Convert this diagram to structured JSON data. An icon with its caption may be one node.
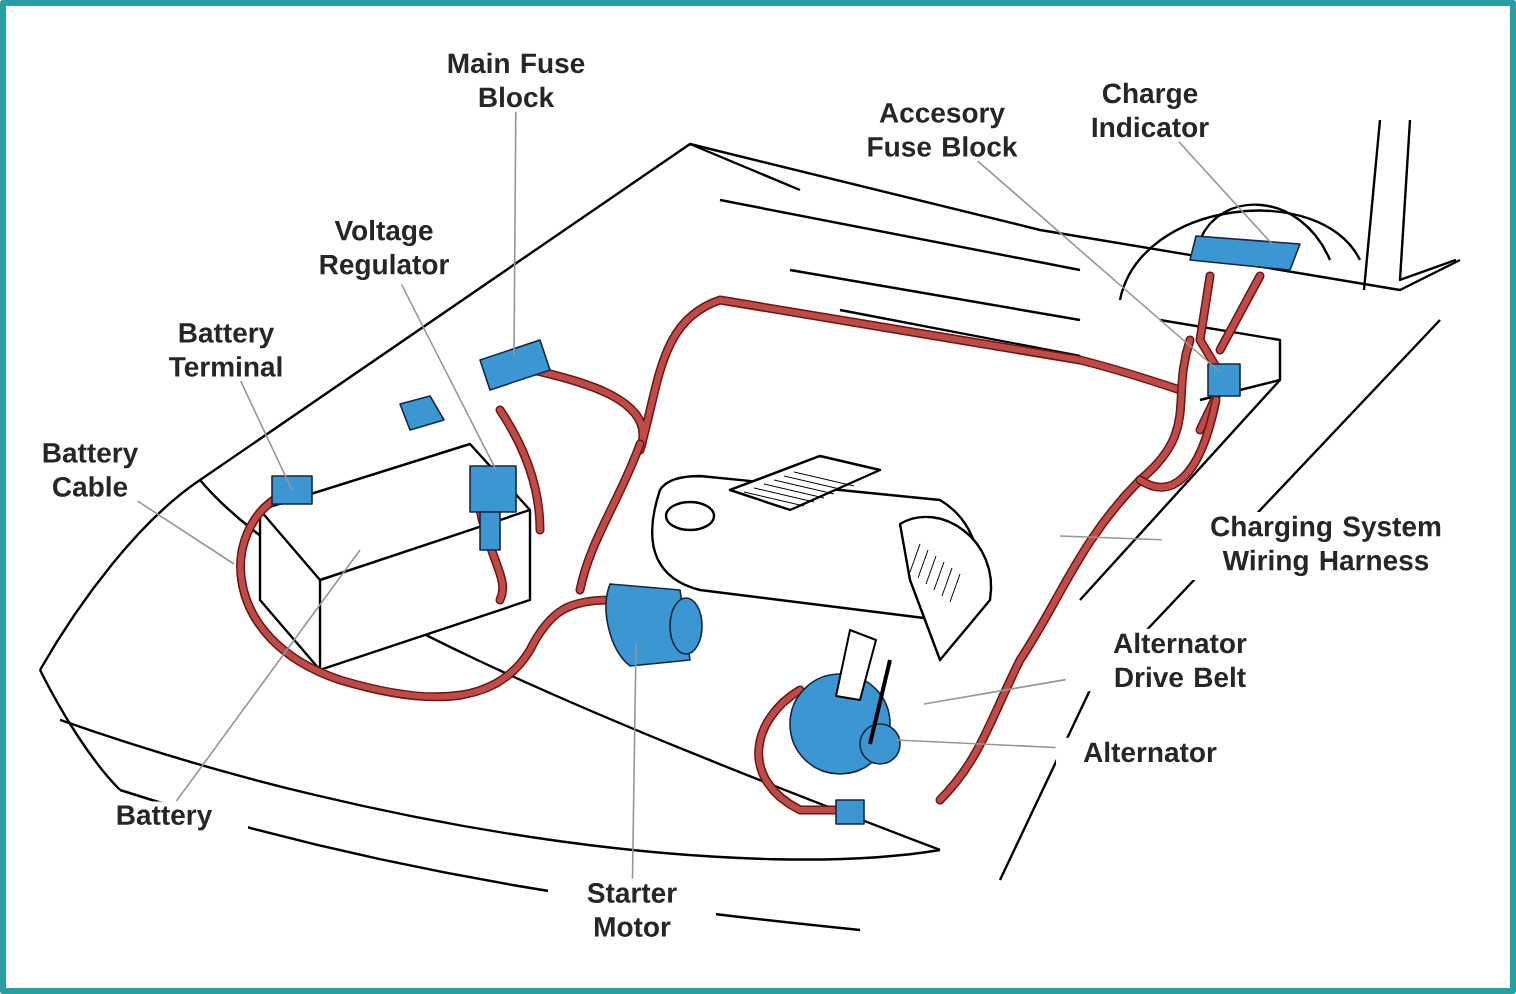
{
  "diagram": {
    "nodes": [
      {
        "text": [
          "Main Fuse Block"
        ]
      },
      {
        "text": [
          "Voltage Regulator"
        ]
      },
      {
        "text": [
          "Battery Terminal"
        ]
      },
      {
        "text": [
          "Battery Cable"
        ]
      },
      {
        "text": [
          "Battery"
        ]
      },
      {
        "text": [
          "Starter Motor"
        ]
      },
      {
        "text": [
          "Accesory Fuse Block"
        ]
      },
      {
        "text": [
          "Charge Indicator"
        ]
      },
      {
        "text": [
          "Charging System Wiring Harness"
        ]
      },
      {
        "text": [
          "Alternator Drive Belt"
        ]
      },
      {
        "text": [
          "Alternator"
        ]
      }
    ],
    "edges": [
      {
        "from": 0,
        "to": null,
        "arrow": "none"
      },
      {
        "from": 1,
        "to": null,
        "arrow": "none"
      },
      {
        "from": 2,
        "to": null,
        "arrow": "none"
      },
      {
        "from": 3,
        "to": null,
        "arrow": "none"
      },
      {
        "from": 4,
        "to": null,
        "arrow": "none"
      },
      {
        "from": 5,
        "to": null,
        "arrow": "none"
      },
      {
        "from": 6,
        "to": null,
        "arrow": "none"
      },
      {
        "from": 7,
        "to": null,
        "arrow": "none"
      },
      {
        "from": 8,
        "to": null,
        "arrow": "none"
      },
      {
        "from": 9,
        "to": null,
        "arrow": "none"
      },
      {
        "from": 10,
        "to": null,
        "arrow": "none"
      }
    ]
  }
}
